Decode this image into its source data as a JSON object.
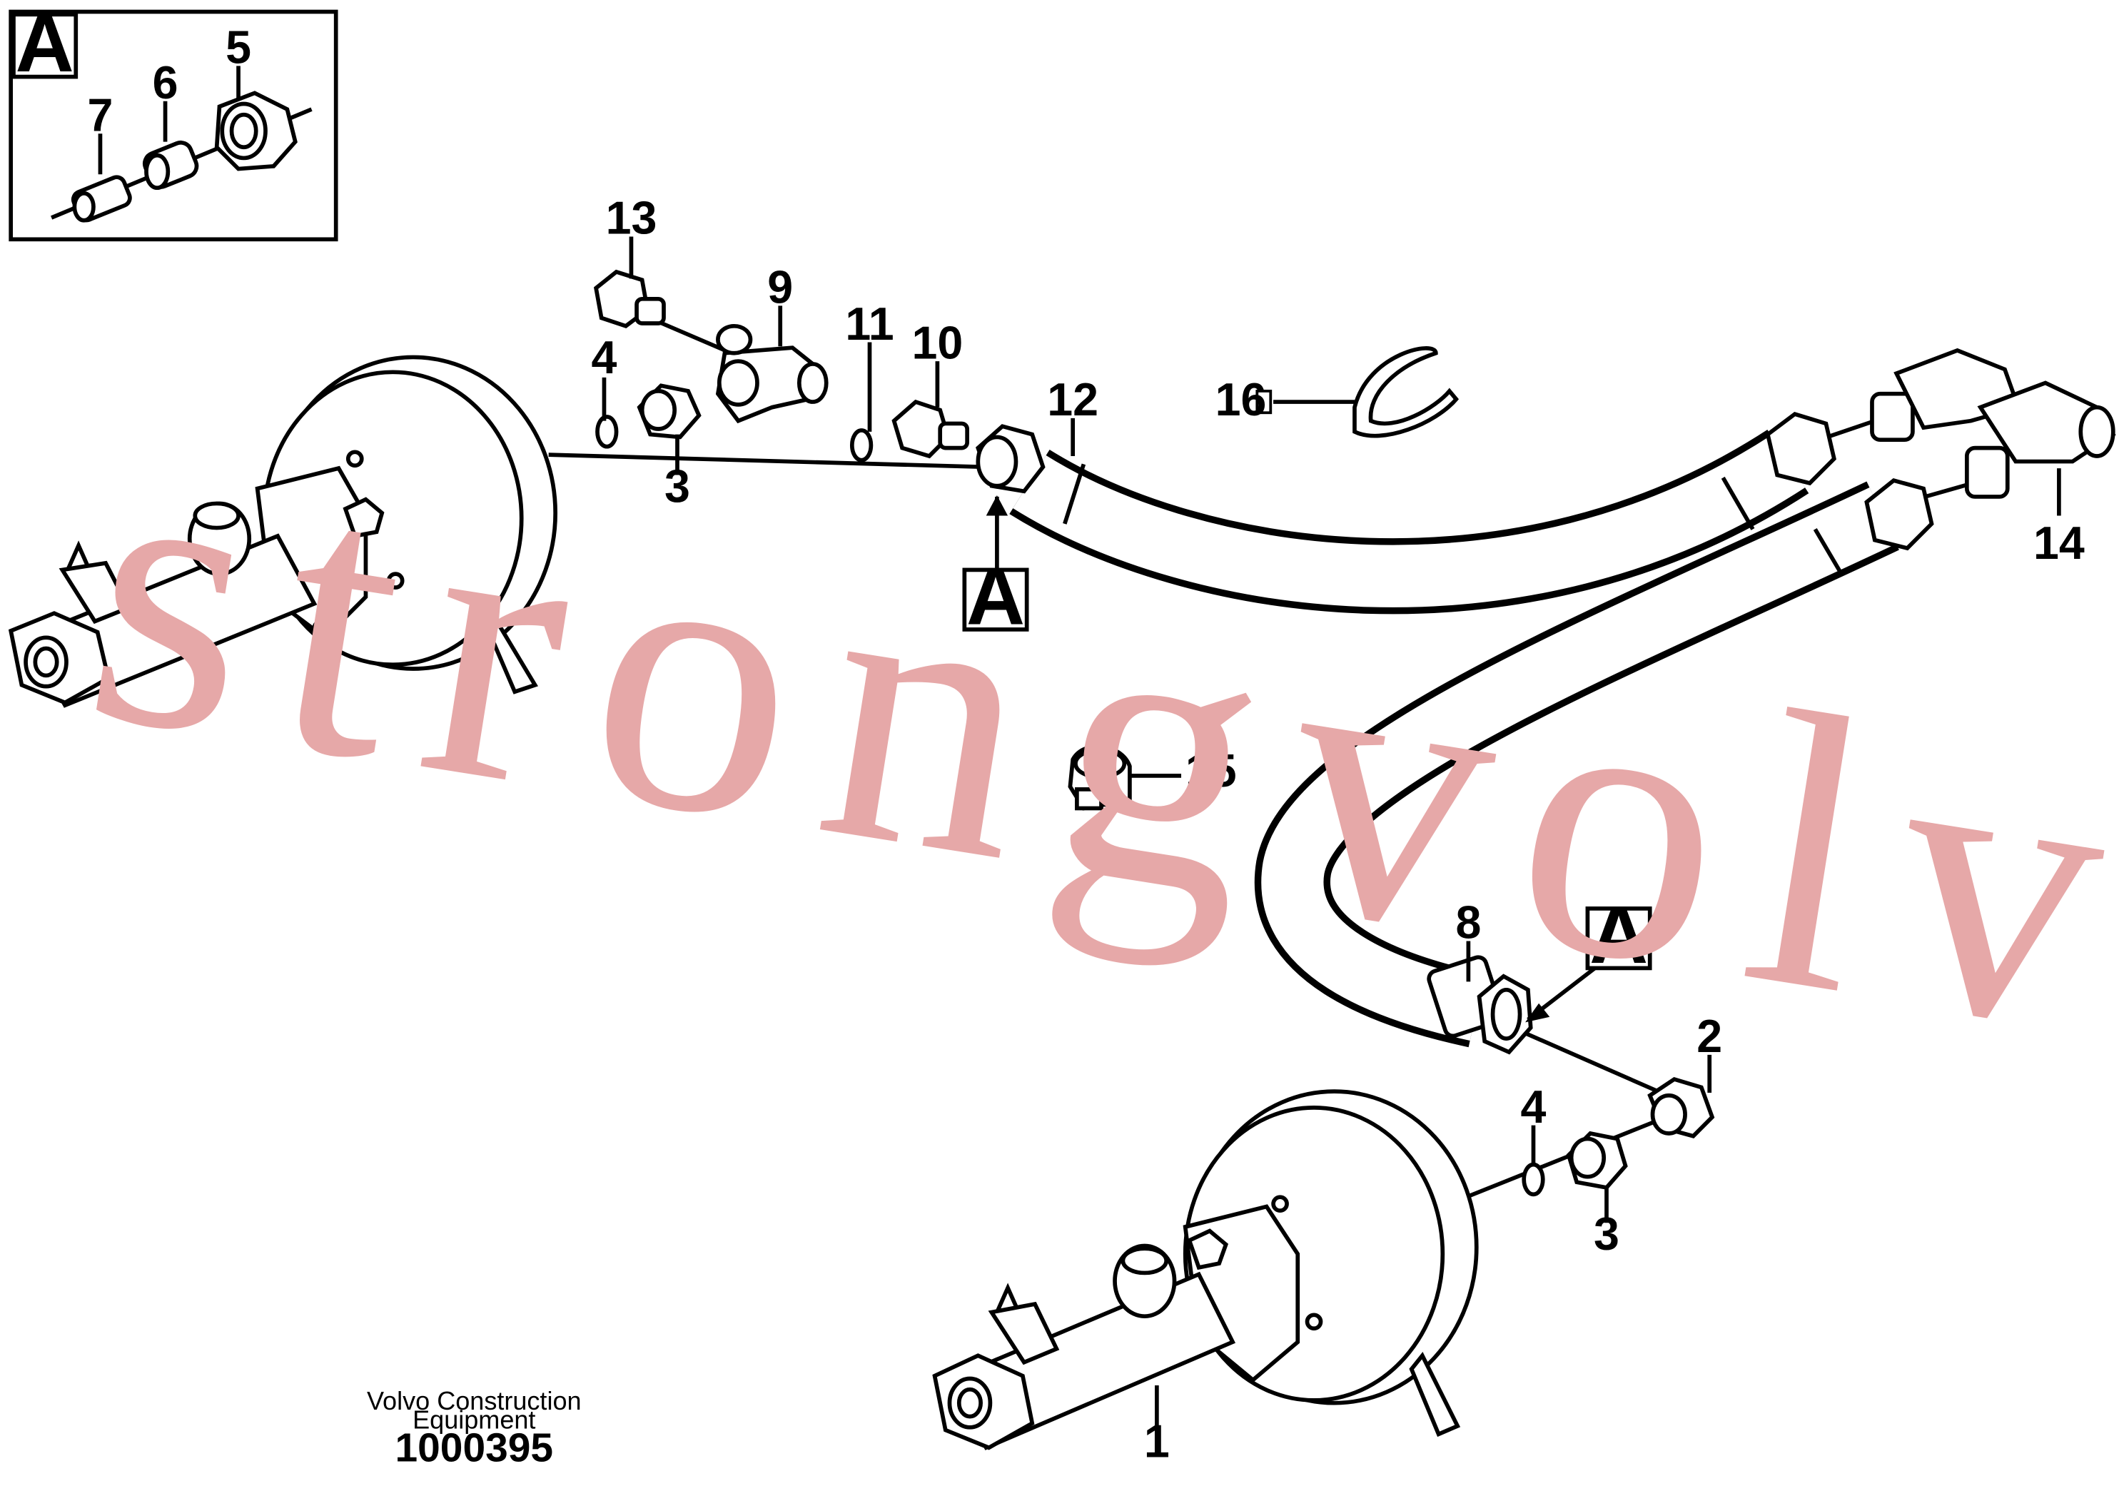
{
  "detail_view": {
    "label": "A"
  },
  "section_markers": [
    {
      "label": "A"
    },
    {
      "label": "A"
    }
  ],
  "callouts": {
    "c1": "1",
    "c2": "2",
    "c3a": "3",
    "c3b": "3",
    "c4a": "4",
    "c4b": "4",
    "c5": "5",
    "c6": "6",
    "c7": "7",
    "c8": "8",
    "c9": "9",
    "c10": "10",
    "c11": "11",
    "c12": "12",
    "c13": "13",
    "c14": "14",
    "c15": "15",
    "c16": "16"
  },
  "watermark": "strongvolvo.com",
  "footer": {
    "company": "Volvo Construction",
    "company_line2": "Equipment",
    "drawing_number": "1000395"
  }
}
